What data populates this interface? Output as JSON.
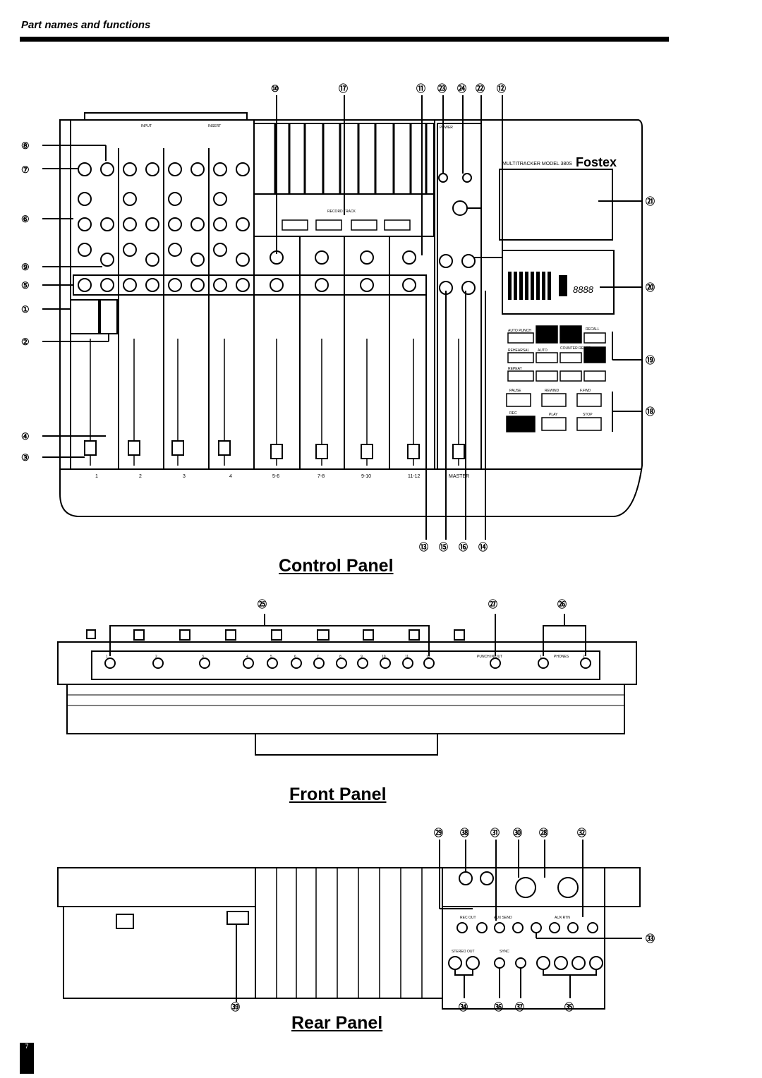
{
  "header": {
    "title": "Part names and functions"
  },
  "panels": {
    "control": "Control Panel",
    "front": "Front Panel",
    "rear": "Rear Panel"
  },
  "brand": {
    "logo": "Fostex",
    "model": "MULTITRACKER MODEL 380S"
  },
  "control_panel": {
    "top_labels": {
      "input": "INPUT",
      "insert": "INSERT"
    },
    "channel_labels": [
      "1",
      "2",
      "3",
      "4",
      "5-6",
      "7-8",
      "9-10",
      "11-12"
    ],
    "master_label": "MASTER",
    "record_track_label": "RECORD TRACK",
    "power_label": "POWER",
    "display_counter": "8888",
    "transport": {
      "row1": [
        "AUTO PUNCH",
        "",
        "",
        "RECALL"
      ],
      "row2": [
        "REHEARSAL",
        "AUTO",
        "COUNTER RESET",
        ""
      ],
      "row3": [
        "REPEAT",
        "",
        "",
        ""
      ],
      "row4_labels": [
        "PAUSE",
        "REWIND",
        "F.FWD"
      ],
      "row5_labels": [
        "REC",
        "PLAY",
        "STOP"
      ]
    }
  },
  "front_panel": {
    "jack_numbers": [
      "1",
      "2",
      "3",
      "4",
      "5",
      "6",
      "7",
      "8",
      "9",
      "10",
      "11",
      "12"
    ],
    "punch_label": "PUNCH IN/OUT",
    "phones_label": "PHONES",
    "phones_numbers": [
      "1",
      "2"
    ]
  },
  "rear_panel": {
    "labels": {
      "rec_out": "REC OUT",
      "aux_send": "AUX SEND",
      "aux_rtn": "AUX RTN",
      "stereo_out": "STEREO OUT",
      "sync": "SYNC"
    }
  },
  "callouts": {
    "c1": "①",
    "c2": "②",
    "c3": "③",
    "c4": "④",
    "c5": "⑤",
    "c6": "⑥",
    "c7": "⑦",
    "c8": "⑧",
    "c9": "⑨",
    "c10": "⑩",
    "c11": "⑪",
    "c12": "⑫",
    "c13": "⑬",
    "c14": "⑭",
    "c15": "⑮",
    "c16": "⑯",
    "c17": "⑰",
    "c18": "⑱",
    "c19": "⑲",
    "c20": "⑳",
    "c21": "㉑",
    "c22": "㉒",
    "c23": "㉓",
    "c24": "㉔",
    "c25": "㉕",
    "c26": "㉖",
    "c27": "㉗",
    "c28": "㉘",
    "c29": "㉙",
    "c30": "㉚",
    "c31": "㉛",
    "c32": "㉜",
    "c33": "㉝",
    "c34": "㉞",
    "c35": "㉟",
    "c36": "㊱",
    "c37": "㊲",
    "c38": "㊳",
    "c39": "㊴"
  },
  "page_number": "7"
}
